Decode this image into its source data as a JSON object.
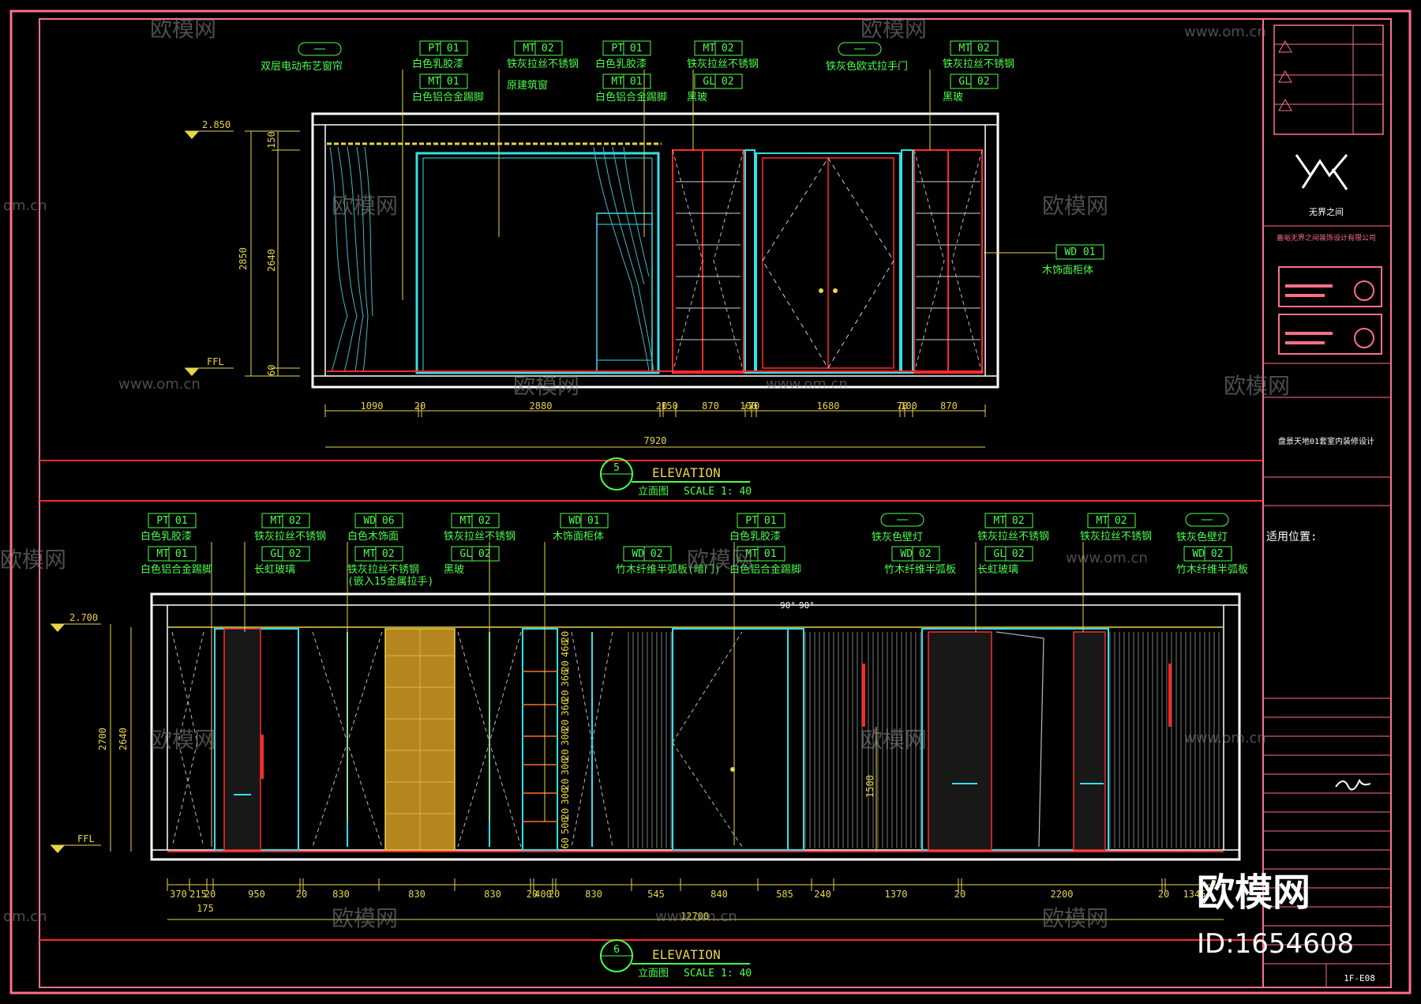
{
  "watermark": {
    "brand": "欧模网",
    "url": "www.om.cn",
    "short": "om.cn",
    "id": "ID:1654608"
  },
  "elevation_top": {
    "number": "5",
    "title": "ELEVATION",
    "subtitle": "立面图",
    "scale": "SCALE 1: 40",
    "level_top": "2.850",
    "level_ffl": "FFL",
    "heights": {
      "a": "150",
      "b": "2640",
      "c": "2850",
      "d": "60"
    },
    "widths": [
      "1090",
      "20",
      "2880",
      "20",
      "150",
      "870",
      "100",
      "70",
      "1680",
      "70",
      "100",
      "870"
    ],
    "total": "7920",
    "tags": [
      {
        "code": "PT 01",
        "note": "白色乳胶漆"
      },
      {
        "code": "MT 02",
        "note": "铁灰拉丝不锈钢"
      },
      {
        "code": "PT 01",
        "note": "白色乳胶漆"
      },
      {
        "code": "MT 02",
        "note": "铁灰拉丝不锈钢"
      },
      {
        "code": "MT 02",
        "note": "铁灰拉丝不锈钢"
      }
    ],
    "tags_lower": [
      {
        "code": "MT 01",
        "note": "白色铝合金踢脚"
      },
      {
        "code": "",
        "note": "原建筑窗"
      },
      {
        "code": "MT 01",
        "note": "白色铝合金踢脚"
      },
      {
        "code": "GL 02",
        "note": "黑玻"
      },
      {
        "code": "GL 02",
        "note": "黑玻"
      }
    ],
    "pill_left": "双层电动布艺窗帘",
    "pill_right": "铁灰色欧式拉手门",
    "side_tag": {
      "code": "WD 01",
      "note": "木饰面柜体"
    }
  },
  "elevation_bottom": {
    "number": "6",
    "title": "ELEVATION",
    "subtitle": "立面图",
    "scale": "SCALE 1: 40",
    "level_top": "2.700",
    "level_ffl": "FFL",
    "heights": {
      "a": "2700",
      "b": "2640",
      "c": "1500"
    },
    "widths": [
      "370",
      "215",
      "20",
      "950",
      "20",
      "830",
      "830",
      "830",
      "20",
      "400",
      "20",
      "830",
      "545",
      "840",
      "585",
      "240",
      "1370",
      "20",
      "2200",
      "20",
      "1345"
    ],
    "sub": "175",
    "total": "12700",
    "tags": [
      {
        "code": "PT 01",
        "note": "白色乳胶漆"
      },
      {
        "code": "MT 02",
        "note": "铁灰拉丝不锈钢"
      },
      {
        "code": "WD 06",
        "note": "白色木饰面"
      },
      {
        "code": "MT 02",
        "note": "铁灰拉丝不锈钢"
      },
      {
        "code": "WD 01",
        "note": "木饰面柜体"
      },
      {
        "code": "PT 01",
        "note": "白色乳胶漆"
      },
      {
        "code": "MT 02",
        "note": "铁灰拉丝不锈钢"
      },
      {
        "code": "MT 02",
        "note": "铁灰拉丝不锈钢"
      }
    ],
    "tags_lower": [
      {
        "code": "MT 01",
        "note": "白色铝合金踢脚"
      },
      {
        "code": "GL 02",
        "note": "长虹玻璃"
      },
      {
        "code": "MT 02",
        "note": "铁灰拉丝不锈钢"
      },
      {
        "code": "GL 02",
        "note": "黑玻"
      },
      {
        "code": "WD 02",
        "note": "竹木纤维半弧板(暗门)"
      },
      {
        "code": "MT 01",
        "note": "白色铝合金踢脚"
      },
      {
        "code": "WD 02",
        "note": "竹木纤维半弧板"
      },
      {
        "code": "GL 02",
        "note": "长虹玻璃"
      },
      {
        "code": "WD 02",
        "note": "竹木纤维半弧板"
      }
    ],
    "note_extra": "(嵌入15金属拉手)",
    "pill_a": "铁灰色壁灯",
    "pill_b": "铁灰色壁灯",
    "angles": [
      "90°",
      "90°"
    ],
    "shelf_dims": [
      "20",
      "460",
      "20",
      "360",
      "20",
      "360",
      "20",
      "300",
      "20",
      "300",
      "20",
      "300",
      "20",
      "500",
      "60"
    ]
  },
  "title_block": {
    "brand": "无界之间",
    "company": "嘉峪无界之间装饰设计有限公司",
    "project": "盘景天地01套室内装修设计",
    "usage": "适用位置:",
    "drawing_no": "1F-E08"
  },
  "colors": {
    "frame": "#ff6f8a",
    "cyan": "#35e0e8",
    "red": "#ff2a2a",
    "yellow": "#e8d44c",
    "green": "#4cff4c",
    "white": "#ffffff"
  }
}
